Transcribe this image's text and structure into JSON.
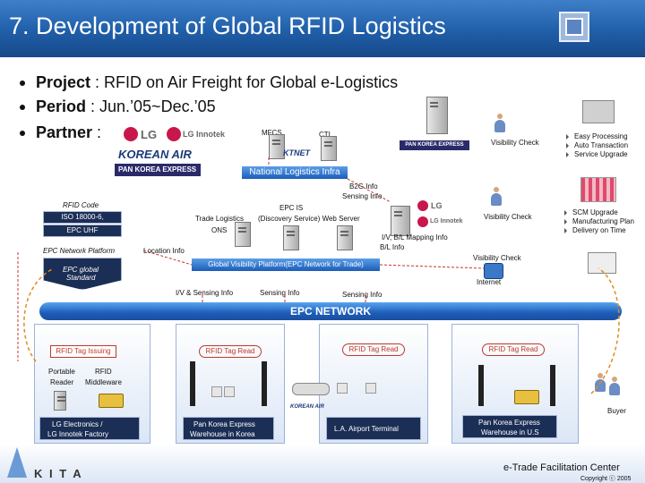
{
  "header": {
    "title": "7. Development of Global RFID Logistics"
  },
  "bullets": [
    {
      "label": "Project",
      "text": " : RFID on Air Freight for Global e-Logistics"
    },
    {
      "label": "Period",
      "text": " : Jun.’05~Dec.’05"
    },
    {
      "label": "Partner",
      "text": " :"
    }
  ],
  "partners": {
    "lg": "LG",
    "lg_innotek": "LG Innotek",
    "korean_air": "KOREAN AIR",
    "pan_korea": "PAN KOREA EXPRESS",
    "ktnet": "KTNET",
    "lg2": "LG",
    "lg_innotek2": "LG Innotek",
    "pan_korea2": "PAN KOREA EXPRESS",
    "korean_air2": "KOREAN AIR"
  },
  "labels": {
    "mfcs": "MFCS",
    "cti": "CTI",
    "visibility_check_1": "Visibility Check",
    "visibility_check_2": "Visibility Check",
    "visibility_check_3": "Visibility Check",
    "national_logistics": "National Logistics Infra",
    "b2g_info": "B2G Info",
    "sensing_info_top": "Sensing Info",
    "rfid_code": "RFID Code",
    "iso": "ISO 18000-6,",
    "epc_uhf": "EPC UHF",
    "epc_network_platform": "EPC Network Platform",
    "epc_global": "EPC global",
    "standard": "Standard",
    "trade_logistics": "Trade Logistics",
    "ons": "ONS",
    "epc_is": "EPC IS",
    "discovery": "(Discovery Service) Web Server",
    "iv_bl_mapping": "I/V, B/L Mapping Info",
    "bl_info": "B/L Info",
    "location_info": "Location Info",
    "gvp": "Global Visibility Platform(EPC Network for Trade)",
    "internet": "Internet",
    "iv_sensing": "I/V & Sensing Info",
    "sensing_info_mid": "Sensing Info",
    "sensing_info_right": "Sensing Info",
    "epc_network": "EPC NETWORK",
    "rfid_tag_issuing": "RFID Tag Issuing",
    "portable_reader_1": "Portable",
    "portable_reader_2": "Reader",
    "rfid_mw_1": "RFID",
    "rfid_mw_2": "Middleware",
    "rfid_tag_read_1": "RFID Tag Read",
    "rfid_tag_read_2": "RFID Tag Read",
    "rfid_tag_read_3": "RFID Tag Read",
    "buyer": "Buyer",
    "factory_1": "LG Electronics /",
    "factory_2": "LG Innotek Factory",
    "wh_korea_1": "Pan Korea Express",
    "wh_korea_2": "Warehouse in Korea",
    "la_airport": "L.A. Airport Terminal",
    "wh_us_1": "Pan Korea Express",
    "wh_us_2": "Warehouse in U.S"
  },
  "benefits_top": [
    "Easy Processing",
    "Auto Transaction",
    "Service Upgrade"
  ],
  "benefits_mid": [
    "SCM Upgrade",
    "Manufacturing Plan",
    "Delivery on Time"
  ],
  "footer": {
    "kita": "K I T A",
    "facility": "e-Trade Facilitation Center",
    "copyright": "Copyright ⓒ 2005"
  },
  "colors": {
    "header_blue": "#1f5ea8",
    "network_blue": "#1c5db8",
    "accent_red": "#c0392b"
  }
}
